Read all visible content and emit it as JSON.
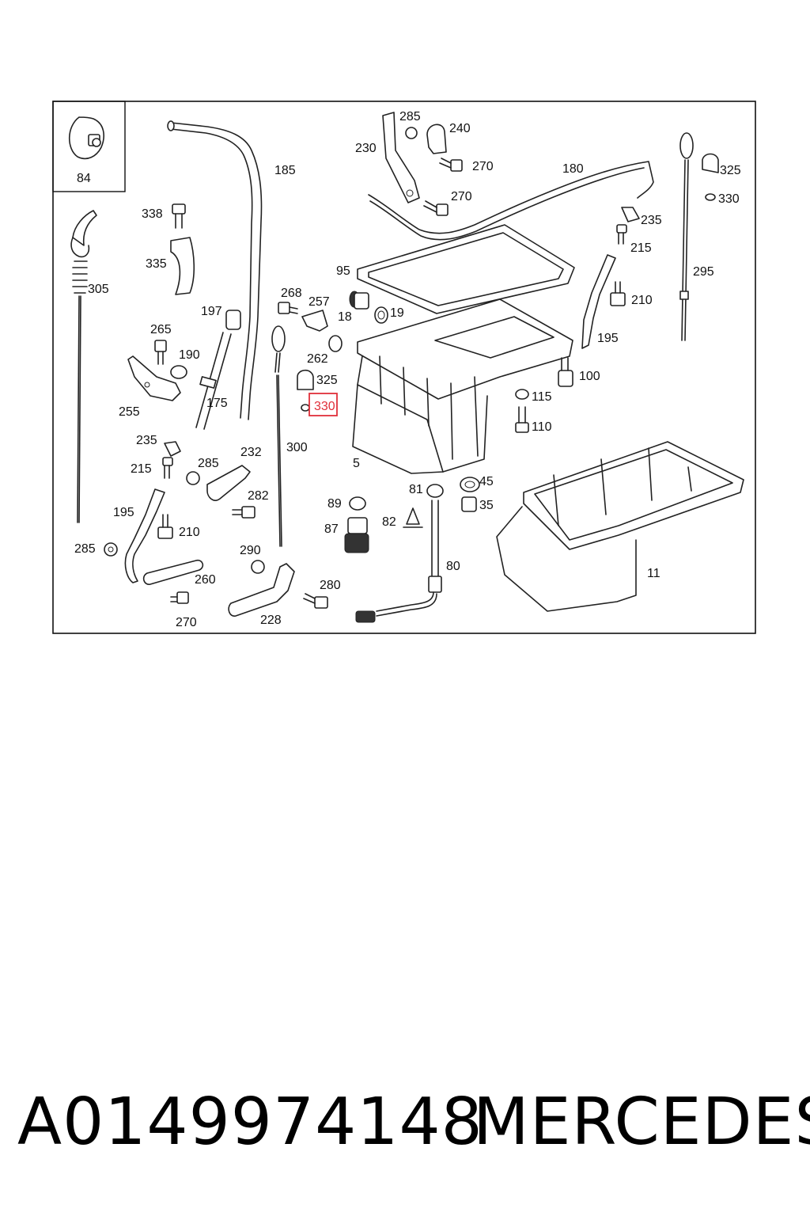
{
  "footer": {
    "part_number": "A0149974148",
    "brand": "MERCEDES"
  },
  "diagram": {
    "highlight_color": "#e0303a",
    "callouts": [
      "84",
      "185",
      "285",
      "240",
      "230",
      "270",
      "270",
      "180",
      "325",
      "330",
      "338",
      "335",
      "305",
      "95",
      "235",
      "215",
      "295",
      "268",
      "257",
      "18",
      "19",
      "210",
      "197",
      "265",
      "190",
      "262",
      "325",
      "330",
      "195",
      "100",
      "255",
      "175",
      "115",
      "110",
      "235",
      "300",
      "5",
      "215",
      "285",
      "232",
      "81",
      "45",
      "195",
      "282",
      "89",
      "35",
      "210",
      "82",
      "87",
      "11",
      "285",
      "290",
      "260",
      "80",
      "280",
      "270",
      "228"
    ],
    "highlighted_callout": "330"
  }
}
